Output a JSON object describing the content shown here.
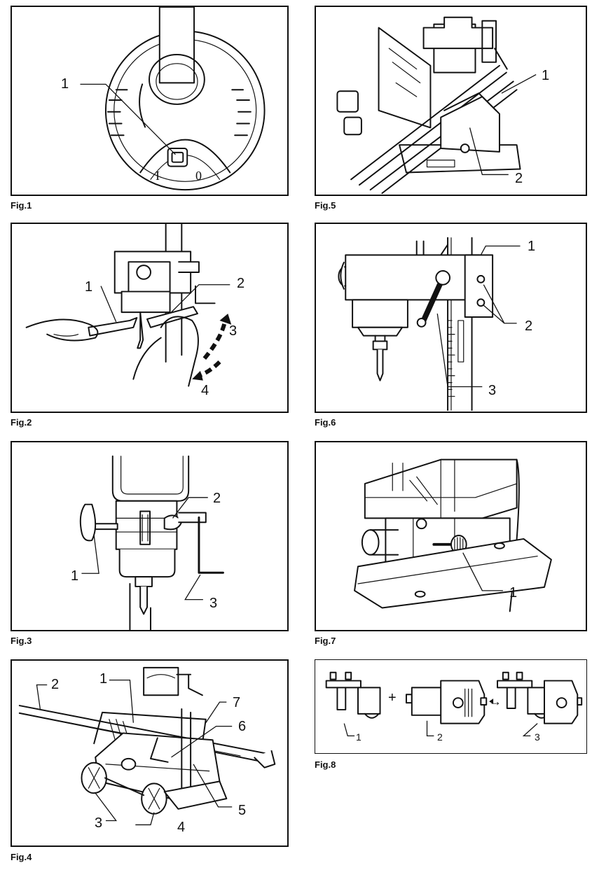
{
  "figures": [
    {
      "id": "fig1",
      "caption": "Fig.1",
      "callouts": [
        "1"
      ],
      "marks": [
        "I",
        "0"
      ]
    },
    {
      "id": "fig2",
      "caption": "Fig.2",
      "callouts": [
        "1",
        "2",
        "3",
        "4"
      ]
    },
    {
      "id": "fig3",
      "caption": "Fig.3",
      "callouts": [
        "1",
        "2",
        "3"
      ]
    },
    {
      "id": "fig4",
      "caption": "Fig.4",
      "callouts": [
        "1",
        "2",
        "3",
        "4",
        "5",
        "6",
        "7"
      ]
    },
    {
      "id": "fig5",
      "caption": "Fig.5",
      "callouts": [
        "1",
        "2"
      ]
    },
    {
      "id": "fig6",
      "caption": "Fig.6",
      "callouts": [
        "1",
        "2",
        "3"
      ]
    },
    {
      "id": "fig7",
      "caption": "Fig.7",
      "callouts": [
        "1"
      ]
    },
    {
      "id": "fig8",
      "caption": "Fig.8",
      "callouts": [
        "1",
        "2",
        "3"
      ],
      "symbols": [
        "+",
        "→"
      ]
    }
  ]
}
